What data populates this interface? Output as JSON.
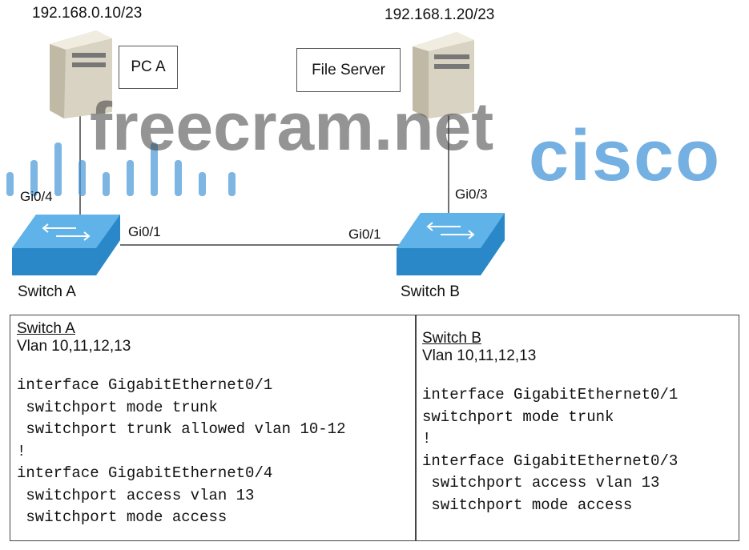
{
  "pc_a": {
    "ip": "192.168.0.10/23",
    "label": "PC A"
  },
  "file_server": {
    "ip": "192.168.1.20/23",
    "label": "File Server"
  },
  "switch_a": {
    "label": "Switch A",
    "ports": [
      "Gi0/4",
      "Gi0/1"
    ]
  },
  "switch_b": {
    "label": "Switch B",
    "ports": [
      "Gi0/3",
      "Gi0/1"
    ]
  },
  "config_a": {
    "title": "Switch A",
    "vlans": "Vlan 10,11,12,13",
    "lines": [
      "interface GigabitEthernet0/1",
      " switchport mode trunk",
      " switchport trunk allowed vlan 10-12",
      "!",
      "interface GigabitEthernet0/4",
      " switchport access vlan 13",
      " switchport mode access"
    ]
  },
  "config_b": {
    "title": "Switch B",
    "vlans": "Vlan 10,11,12,13",
    "lines": [
      "interface GigabitEthernet0/1",
      "switchport mode trunk",
      "!",
      "interface GigabitEthernet0/3",
      " switchport access vlan 13",
      " switchport mode access"
    ]
  },
  "watermarks": {
    "logo": "cisco",
    "site": "freecram.net"
  }
}
